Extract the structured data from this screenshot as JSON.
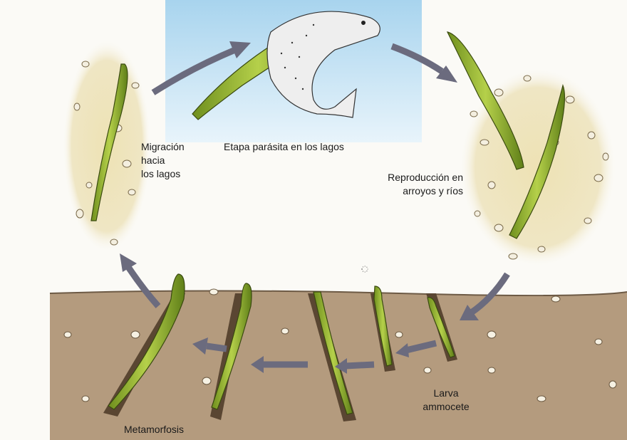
{
  "title": "Ciclo de vida de la lamprea",
  "stages": {
    "migration": {
      "line1": "Migración",
      "line2": "hacia",
      "line3": "los lagos"
    },
    "parasitic": {
      "label": "Etapa parásita en los lagos"
    },
    "reproduction": {
      "line1": "Reproducción en",
      "line2": "arroyos y ríos"
    },
    "larva": {
      "line1": "Larva",
      "line2": "ammocete"
    },
    "metamorphosis": {
      "label": "Metamorfosis"
    }
  },
  "colors": {
    "water": "#bfe0f2",
    "soil": "#b39a7c",
    "arrow": "#6b6b7e",
    "lamprey": "#9bbb3a",
    "gravel": "#e9dcae"
  }
}
